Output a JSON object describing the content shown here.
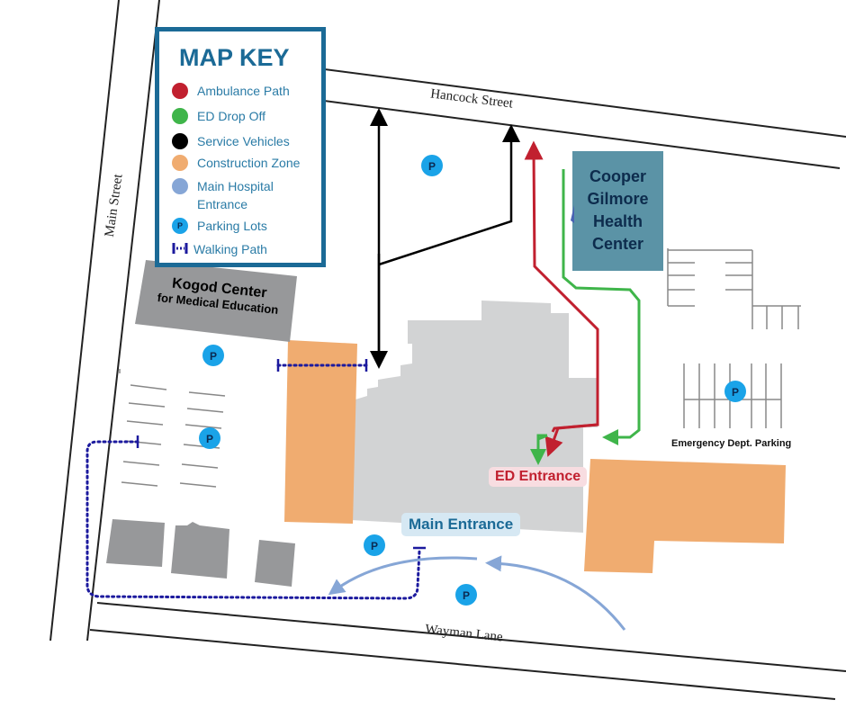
{
  "legend": {
    "title": "MAP KEY",
    "items": [
      {
        "label": "Ambulance Path",
        "color": "#c1202f"
      },
      {
        "label": "ED Drop Off",
        "color": "#3fb54a"
      },
      {
        "label": "Service Vehicles",
        "color": "#000000"
      },
      {
        "label": "Construction Zone",
        "color": "#f0ac70"
      },
      {
        "label": "Main Hospital Entrance",
        "color": "#86a6d6"
      },
      {
        "label": "Parking Lots",
        "color": "#1aa3e8",
        "icon": "P"
      },
      {
        "label": "Walking Path",
        "color": "#1c1a9e"
      }
    ]
  },
  "streets": {
    "hancock": "Hancock Street",
    "main": "Main Street",
    "wayman": "Wayman Lane"
  },
  "buildings": {
    "kogod_line1": "Kogod Center",
    "kogod_line2": "for Medical Education",
    "cooper": [
      "Cooper",
      "Gilmore",
      "Health",
      "Center"
    ]
  },
  "labels": {
    "ed_entrance": "ED Entrance",
    "main_entrance": "Main Entrance",
    "ed_parking": "Emergency Dept. Parking",
    "parking_symbol": "P"
  },
  "colors": {
    "hospital": "#d2d3d4",
    "construction": "#f0ac70",
    "kogod": "#97989a",
    "cooper": "#5b93a6",
    "legend_border": "#1b6a96",
    "ed_pill_bg": "#f8dde1",
    "ed_pill_text": "#c1202f",
    "main_pill_bg": "#d6e8f3",
    "main_pill_text": "#1b6a96"
  }
}
